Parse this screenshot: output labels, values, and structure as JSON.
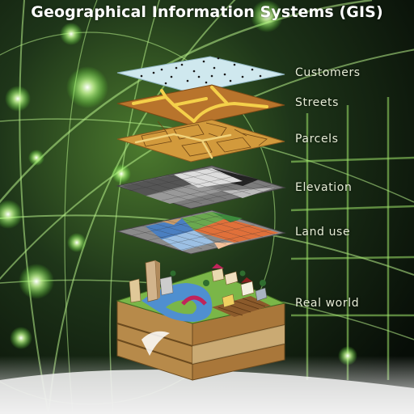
{
  "title": "Geographical Information Systems (GIS)",
  "layers": [
    {
      "label": "Customers"
    },
    {
      "label": "Streets"
    },
    {
      "label": "Parcels"
    },
    {
      "label": "Elevation"
    },
    {
      "label": "Land use"
    },
    {
      "label": "Real world"
    }
  ],
  "colors": {
    "background_dark": "#0b140b",
    "glow_green": "#9cff6a",
    "customers_layer": "#cfe8ee",
    "streets_layer": "#b8742c",
    "street_lines": "#f4d04a",
    "parcels_layer": "#d29a3c",
    "elevation_dark": "#555555",
    "elevation_light": "#dddddd",
    "landuse_blue": "#4a7fc1",
    "landuse_orange": "#e0703a",
    "landuse_green": "#6aa84f",
    "river": "#4f8fd0",
    "grass": "#7ab648",
    "soil": "#c7ab74"
  }
}
